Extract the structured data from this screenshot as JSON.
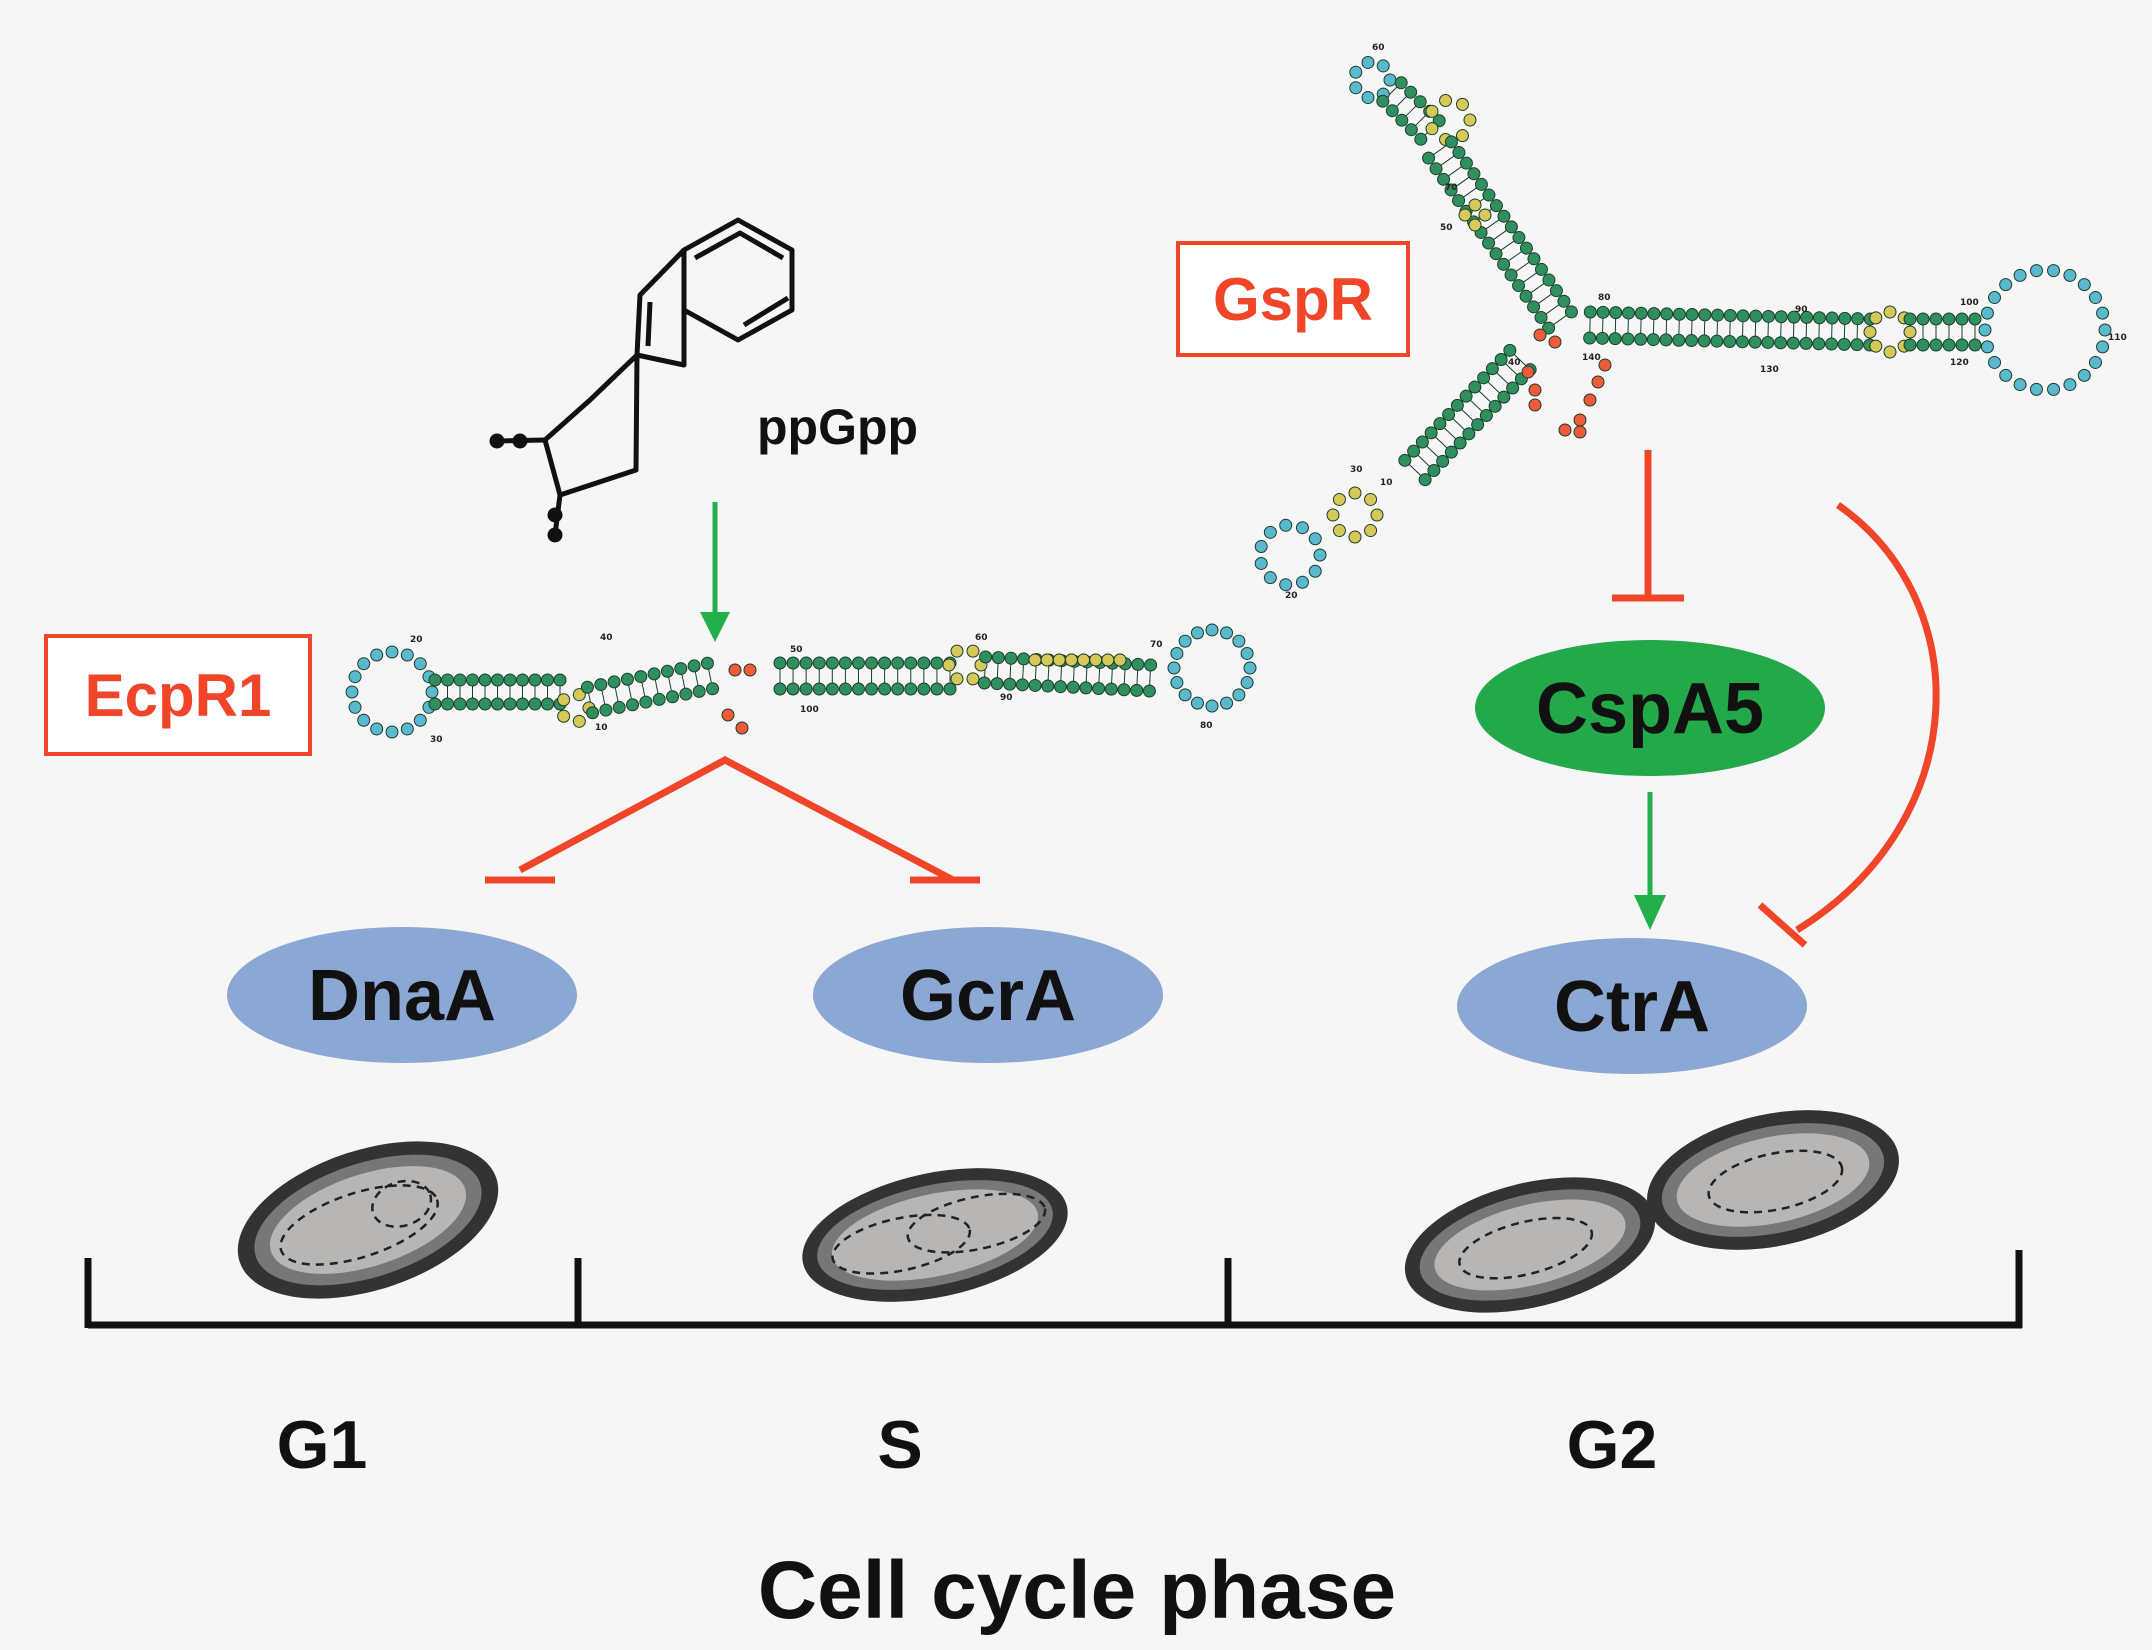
{
  "molecule": {
    "name": "ppGpp"
  },
  "srna": [
    {
      "name": "EcpR1",
      "labels": [
        "20",
        "30",
        "10",
        "40",
        "50",
        "100",
        "60",
        "90",
        "70",
        "80"
      ]
    },
    {
      "name": "GspR",
      "labels": [
        "60",
        "70",
        "50",
        "80",
        "90",
        "100",
        "110",
        "130",
        "120",
        "140",
        "40",
        "30",
        "10",
        "20"
      ]
    }
  ],
  "proteins": {
    "dnaa": "DnaA",
    "gcra": "GcrA",
    "cspa5": "CspA5",
    "ctra": "CtrA"
  },
  "phases": [
    "G1",
    "S",
    "G2"
  ],
  "axis_label": "Cell cycle phase",
  "colors": {
    "inhibit": "#f1452a",
    "activate": "#23b04c",
    "protein_blue": "#8ba7d3",
    "protein_green": "#23a84a",
    "nt_green": "#2f8f5f",
    "nt_loop": "#5ab8cf",
    "nt_bulge": "#d6c95a",
    "nt_red": "#ef5a3a"
  }
}
